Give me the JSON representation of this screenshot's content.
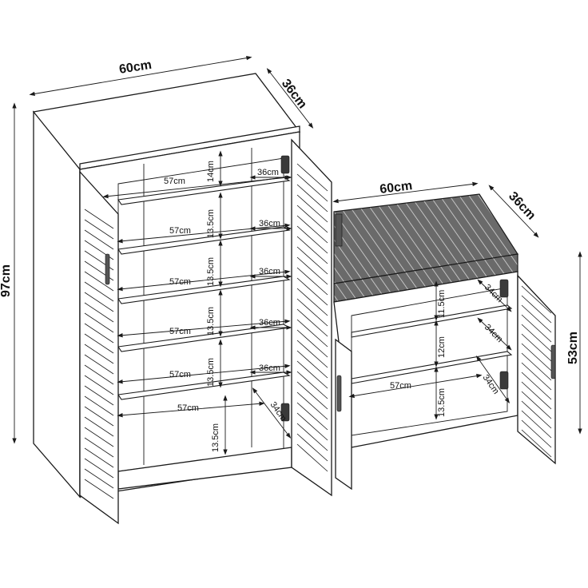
{
  "diagram": {
    "cabinet": {
      "width_label": "60cm",
      "depth_label": "36cm",
      "height_label": "97cm",
      "shelves": [
        {
          "width": "57cm",
          "height": "14cm",
          "depth": "36cm"
        },
        {
          "width": "57cm",
          "height": "13.5cm",
          "depth": "36cm"
        },
        {
          "width": "57cm",
          "height": "13.5cm",
          "depth": "36cm"
        },
        {
          "width": "57cm",
          "height": "13.5cm",
          "depth": "36cm"
        },
        {
          "width": "57cm",
          "height": "13.5cm",
          "depth": "36cm"
        },
        {
          "width": "57cm",
          "height": "13.5cm",
          "depth": "34cm"
        }
      ]
    },
    "bench": {
      "width_label": "60cm",
      "depth_label": "36cm",
      "height_label": "53cm",
      "shelves": [
        {
          "width": "",
          "height": "11.5cm",
          "depth": "34cm"
        },
        {
          "width": "",
          "height": "12cm",
          "depth": "34cm"
        },
        {
          "width": "57cm",
          "height": "13.5cm",
          "depth": "34cm"
        }
      ]
    }
  }
}
